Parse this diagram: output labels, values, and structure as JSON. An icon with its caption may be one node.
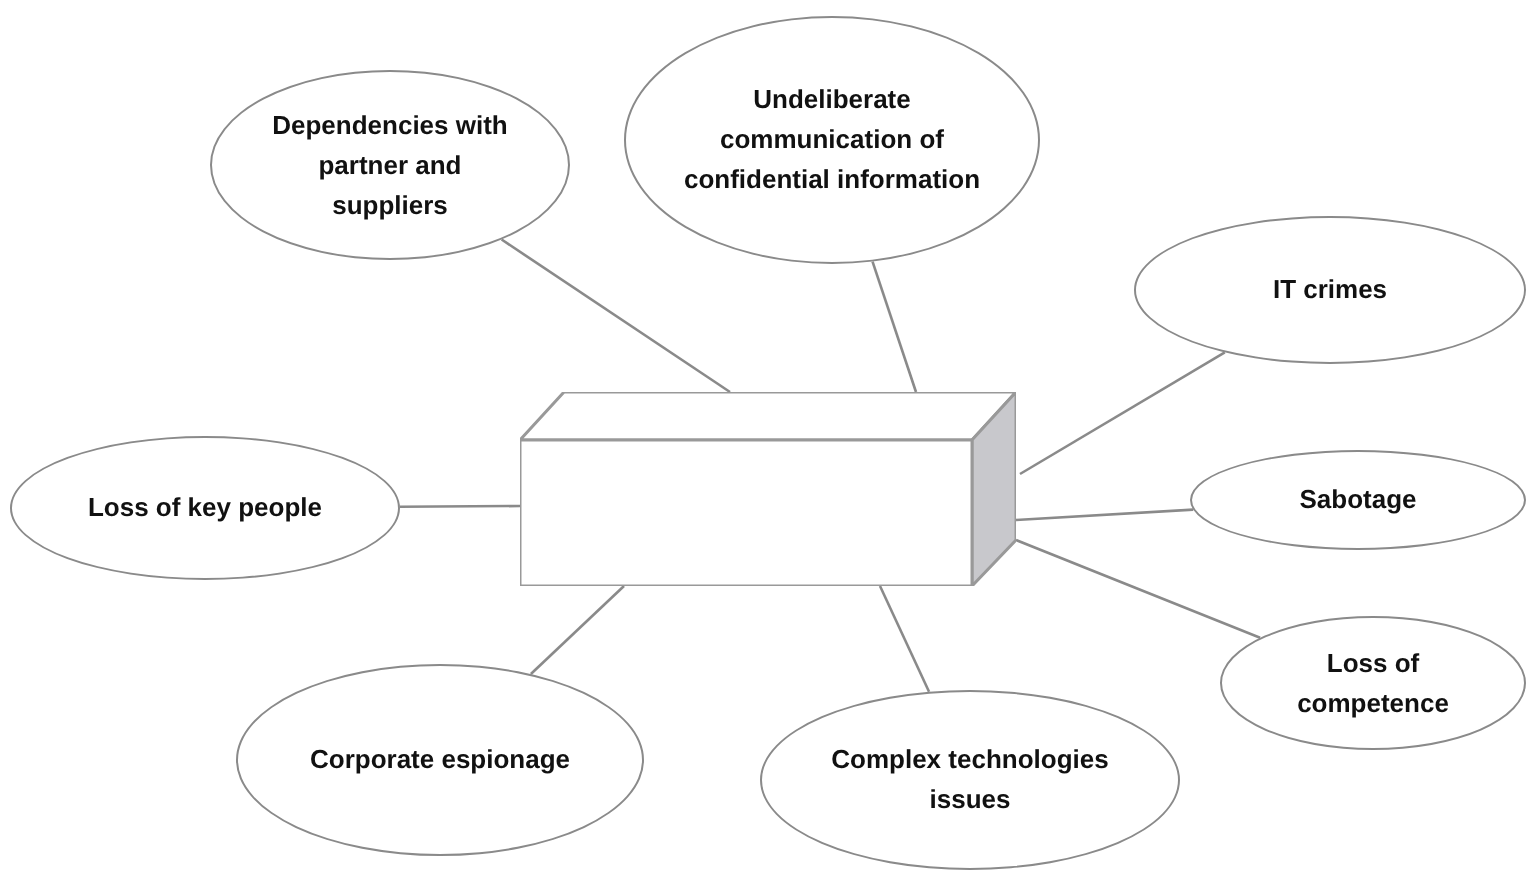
{
  "diagram": {
    "nodes": [
      {
        "text": [
          "Undeliberate communication of confidential information"
        ]
      },
      {
        "text": [
          "Dependencies with partner and suppliers"
        ]
      },
      {
        "text": [
          "IT crimes"
        ]
      },
      {
        "text": [],
        "shape": "box"
      },
      {
        "text": [
          "Loss of key people"
        ]
      },
      {
        "text": [
          "Sabotage"
        ]
      },
      {
        "text": [
          "Loss of competence"
        ]
      },
      {
        "text": [
          "Corporate espionage"
        ]
      },
      {
        "text": [
          "Complex technologies issues"
        ]
      }
    ],
    "edges": [
      {
        "from": 0,
        "to": 3,
        "arrow": "none"
      },
      {
        "from": 1,
        "to": 3,
        "arrow": "none"
      },
      {
        "from": 2,
        "to": 3,
        "arrow": "none"
      },
      {
        "from": 4,
        "to": 3,
        "arrow": "none"
      },
      {
        "from": 5,
        "to": 3,
        "arrow": "none"
      },
      {
        "from": 6,
        "to": 3,
        "arrow": "none"
      },
      {
        "from": 7,
        "to": 3,
        "arrow": "none"
      },
      {
        "from": 8,
        "to": 3,
        "arrow": "none"
      }
    ]
  }
}
